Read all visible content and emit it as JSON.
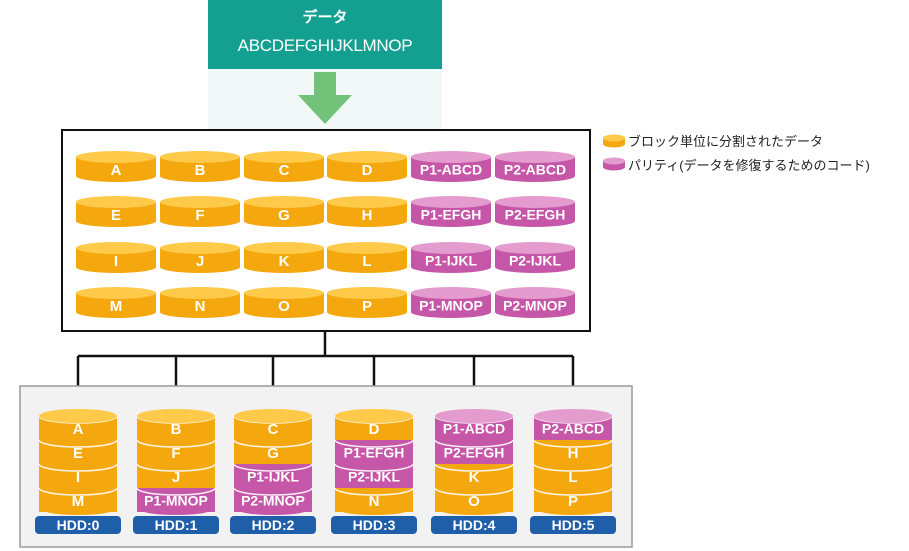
{
  "header": {
    "title": "データ",
    "sequence": "ABCDEFGHIJKLMNOP"
  },
  "legend": [
    {
      "label": "ブロック単位に分割されたデータ",
      "color": "#f5a70e"
    },
    {
      "label": "パリティ(データを修復するためのコード)",
      "color": "#cc5fab"
    }
  ],
  "colors": {
    "data": "#f5a70e",
    "data_top": "#ffc94a",
    "parity": "#c656a7",
    "parity_top": "#e39ccd",
    "hdd_label": "#1f5fa9",
    "header": "#13a091",
    "arrow": "#72c27a"
  },
  "block_grid": [
    [
      "A",
      "B",
      "C",
      "D",
      "P1-ABCD",
      "P2-ABCD"
    ],
    [
      "E",
      "F",
      "G",
      "H",
      "P1-EFGH",
      "P2-EFGH"
    ],
    [
      "I",
      "J",
      "K",
      "L",
      "P1-IJKL",
      "P2-IJKL"
    ],
    [
      "M",
      "N",
      "O",
      "P",
      "P1-MNOP",
      "P2-MNOP"
    ]
  ],
  "disks": [
    {
      "label": "HDD:0",
      "blocks": [
        {
          "t": "A",
          "k": "d"
        },
        {
          "t": "E",
          "k": "d"
        },
        {
          "t": "I",
          "k": "d"
        },
        {
          "t": "M",
          "k": "d"
        }
      ]
    },
    {
      "label": "HDD:1",
      "blocks": [
        {
          "t": "B",
          "k": "d"
        },
        {
          "t": "F",
          "k": "d"
        },
        {
          "t": "J",
          "k": "d"
        },
        {
          "t": "P1-MNOP",
          "k": "p"
        }
      ]
    },
    {
      "label": "HDD:2",
      "blocks": [
        {
          "t": "C",
          "k": "d"
        },
        {
          "t": "G",
          "k": "d"
        },
        {
          "t": "P1-IJKL",
          "k": "p"
        },
        {
          "t": "P2-MNOP",
          "k": "p"
        }
      ]
    },
    {
      "label": "HDD:3",
      "blocks": [
        {
          "t": "D",
          "k": "d"
        },
        {
          "t": "P1-EFGH",
          "k": "p"
        },
        {
          "t": "P2-IJKL",
          "k": "p"
        },
        {
          "t": "N",
          "k": "d"
        }
      ]
    },
    {
      "label": "HDD:4",
      "blocks": [
        {
          "t": "P1-ABCD",
          "k": "p"
        },
        {
          "t": "P2-EFGH",
          "k": "p"
        },
        {
          "t": "K",
          "k": "d"
        },
        {
          "t": "O",
          "k": "d"
        }
      ]
    },
    {
      "label": "HDD:5",
      "blocks": [
        {
          "t": "P2-ABCD",
          "k": "p"
        },
        {
          "t": "H",
          "k": "d"
        },
        {
          "t": "L",
          "k": "d"
        },
        {
          "t": "P",
          "k": "d"
        }
      ]
    }
  ]
}
